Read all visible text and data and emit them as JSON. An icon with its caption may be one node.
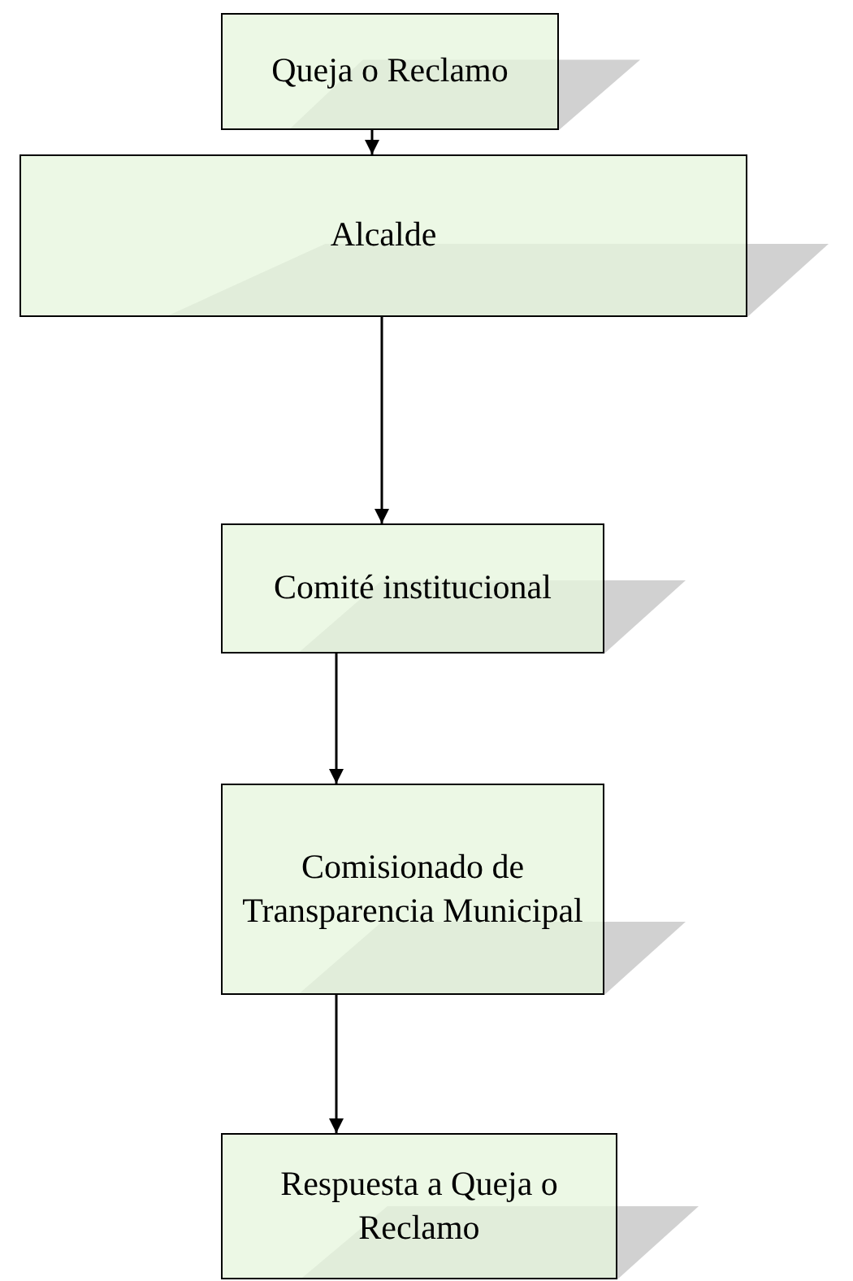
{
  "diagram": {
    "nodes": [
      {
        "text": [
          "Queja o Reclamo"
        ]
      },
      {
        "text": [
          "Alcalde"
        ]
      },
      {
        "text": [
          "Comité institucional"
        ]
      },
      {
        "text": [
          "Comisionado de Transparencia Municipal"
        ]
      },
      {
        "text": [
          "Respuesta a Queja o Reclamo"
        ]
      }
    ],
    "edges": [
      {
        "from": 0,
        "to": 1,
        "arrow": "to"
      },
      {
        "from": 1,
        "to": 2,
        "arrow": "to"
      },
      {
        "from": 2,
        "to": 3,
        "arrow": "to"
      },
      {
        "from": 3,
        "to": 4,
        "arrow": "to"
      }
    ]
  }
}
